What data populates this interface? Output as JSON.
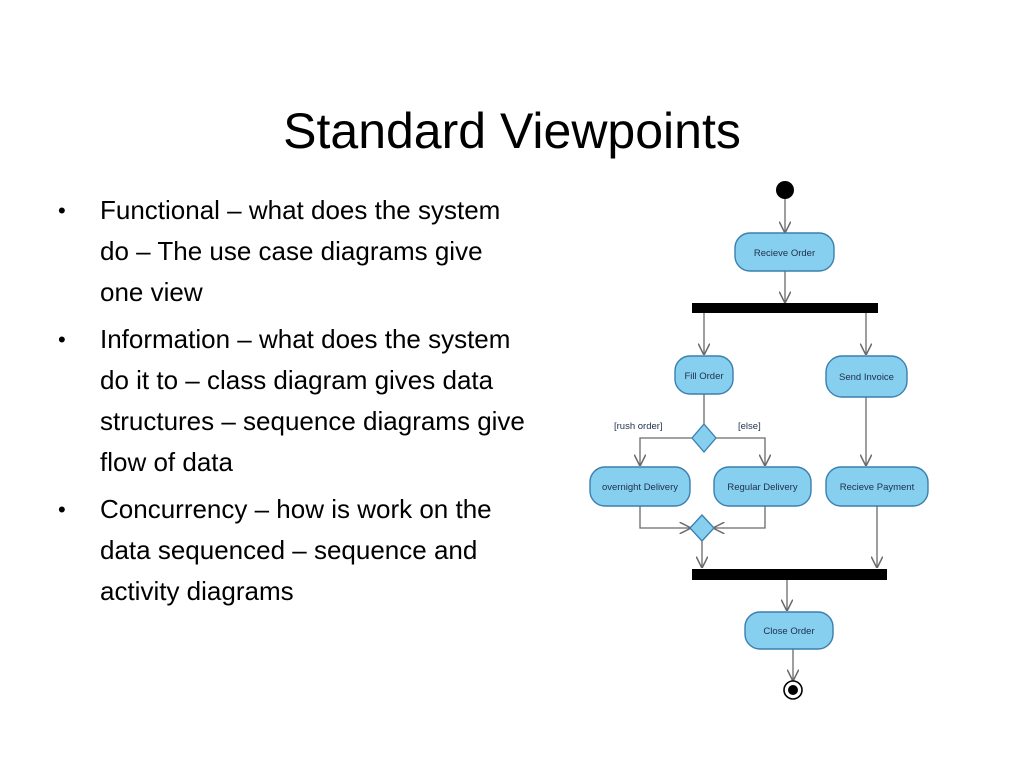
{
  "slide": {
    "title": "Standard Viewpoints",
    "bullets": [
      {
        "text": "Functional – what does the system do – The use case diagrams give one view"
      },
      {
        "text": "Information – what does the system do it to – class diagram gives data structures – sequence diagrams give flow of data"
      },
      {
        "text": "Concurrency – how is work on the data sequenced – sequence and activity diagrams"
      }
    ]
  },
  "diagram": {
    "nodes": {
      "receive_order": "Recieve Order",
      "fill_order": "Fill Order",
      "send_invoice": "Send Invoice",
      "overnight_delivery": "overnight Delivery",
      "regular_delivery": "Regular Delivery",
      "receive_payment": "Recieve Payment",
      "close_order": "Close Order"
    },
    "guards": {
      "rush_order": "[rush order]",
      "else": "[else]"
    },
    "colors": {
      "action_fill": "#86cfef",
      "action_stroke": "#3b7fae",
      "bar": "#000000"
    }
  }
}
